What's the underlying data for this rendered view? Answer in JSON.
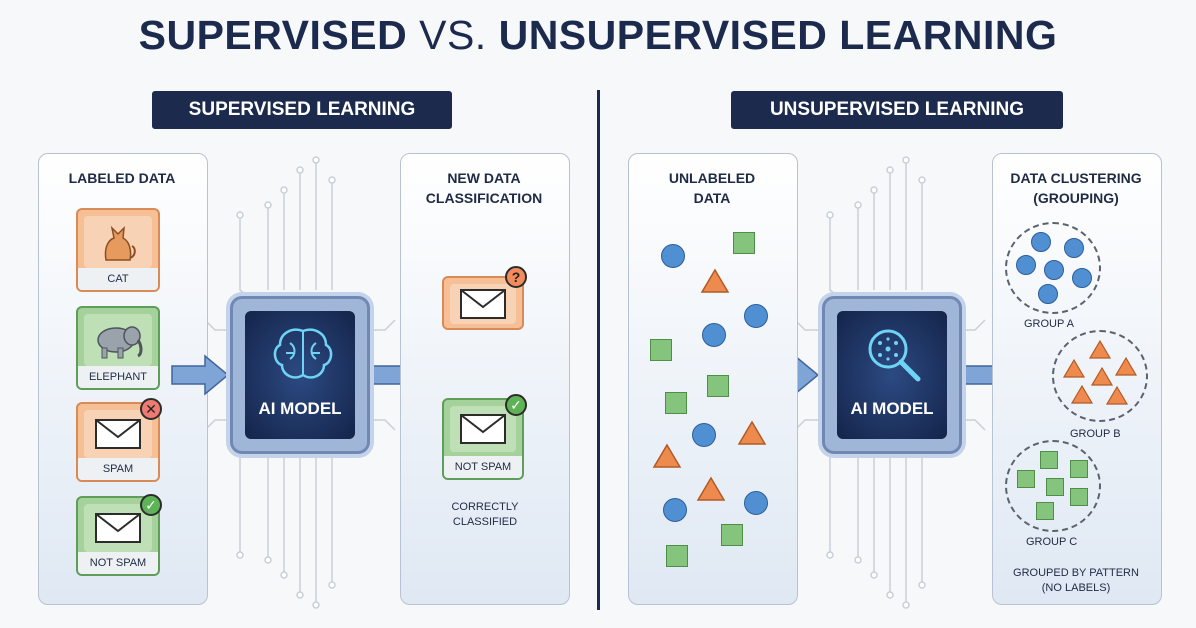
{
  "title": {
    "left": "SUPERVISED",
    "vs": "VS.",
    "right": "UNSUPERVISED LEARNING"
  },
  "supervised": {
    "header": "SUPERVISED LEARNING",
    "labeled_panel_title": "LABELED DATA",
    "items": [
      {
        "label": "CAT",
        "icon": "cat-icon",
        "color": "orange"
      },
      {
        "label": "ELEPHANT",
        "icon": "elephant-icon",
        "color": "green"
      },
      {
        "label": "SPAM",
        "icon": "envelope-icon",
        "color": "orange",
        "badge": "x"
      },
      {
        "label": "NOT SPAM",
        "icon": "envelope-icon",
        "color": "green",
        "badge": "check"
      }
    ],
    "model_label": "AI MODEL",
    "model_icon": "brain-icon",
    "classification_panel_title": "NEW DATA CLASSIFICATION",
    "new_item_badge": "?",
    "result_label": "NOT SPAM",
    "result_note": "CORRECTLY CLASSIFIED"
  },
  "unsupervised": {
    "header": "UNSUPERVISED LEARNING",
    "unlabeled_panel_title": "UNLABELED DATA",
    "model_label": "AI MODEL",
    "model_icon": "magnifier-cluster-icon",
    "clustering_panel_title": "DATA CLUSTERING (GROUPING)",
    "groups": [
      "GROUP A",
      "GROUP B",
      "GROUP C"
    ],
    "note": "GROUPED BY PATTERN (NO LABELS)"
  },
  "colors": {
    "navy": "#1c2b4d",
    "orange": "#f6bf95",
    "green": "#a4d29a",
    "circle_blue": "#4f8fd2",
    "triangle_orange": "#ef8a4f",
    "arrow_blue": "#7fa4d6"
  }
}
